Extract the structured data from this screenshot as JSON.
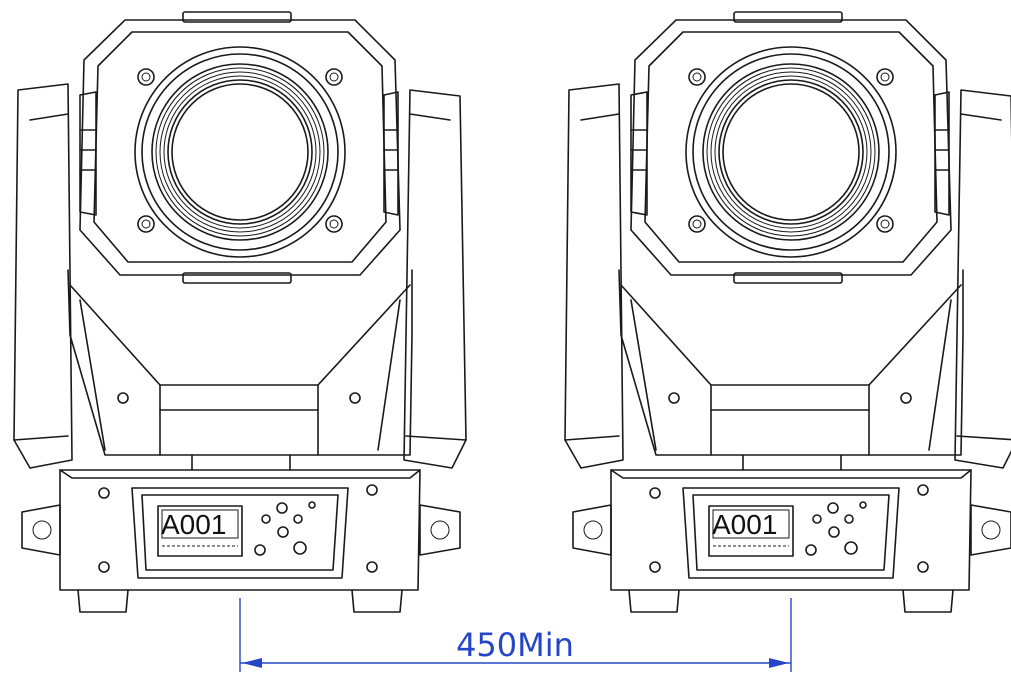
{
  "fixtures": [
    {
      "display_text": "A001"
    },
    {
      "display_text": "A001"
    }
  ],
  "dimension": {
    "label": "450Min"
  },
  "colors": {
    "line": "#1a1a1a",
    "dimension": "#2546c8",
    "background": "#ffffff"
  }
}
